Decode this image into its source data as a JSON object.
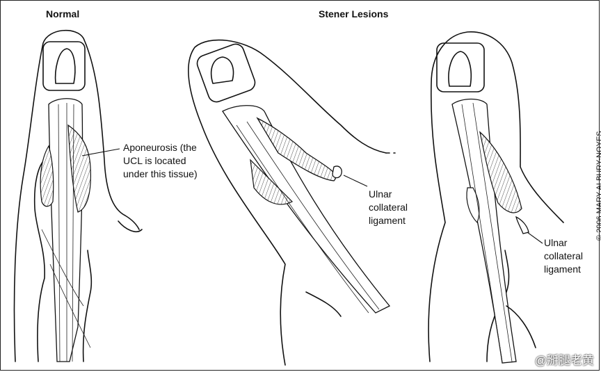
{
  "panels": {
    "normal_title": "Normal",
    "stener_title": "Stener Lesions"
  },
  "labels": {
    "aponeurosis": "Aponeurosis (the\nUCL is located\nunder this tissue)",
    "ucl_middle": "Ulnar\ncollateral\nligament",
    "ucl_right": "Ulnar\ncollateral\nligament"
  },
  "copyright": "© 2006 MARY ALBURY-NOYES",
  "watermark": "@掰腿老黄"
}
